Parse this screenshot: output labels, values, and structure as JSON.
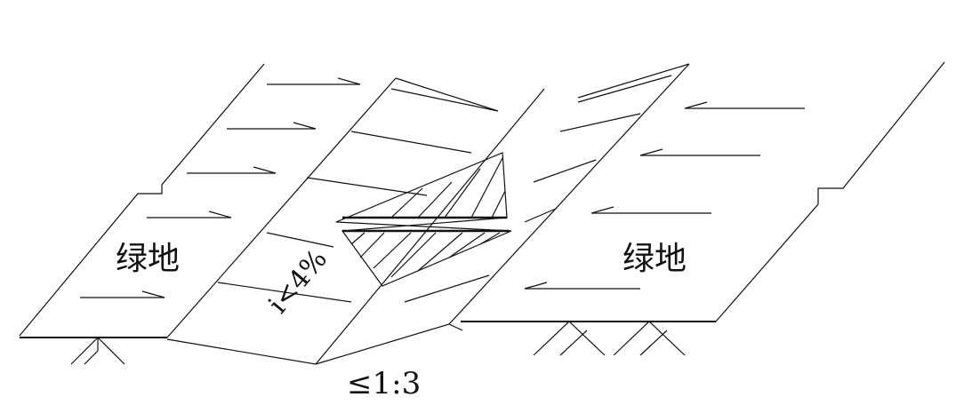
{
  "labels": {
    "left_area": "绿地",
    "right_area": "绿地",
    "slope_grade": "i<4%",
    "side_slope": "≤1:3"
  },
  "colors": {
    "line": "#111111",
    "background": "#ffffff"
  }
}
